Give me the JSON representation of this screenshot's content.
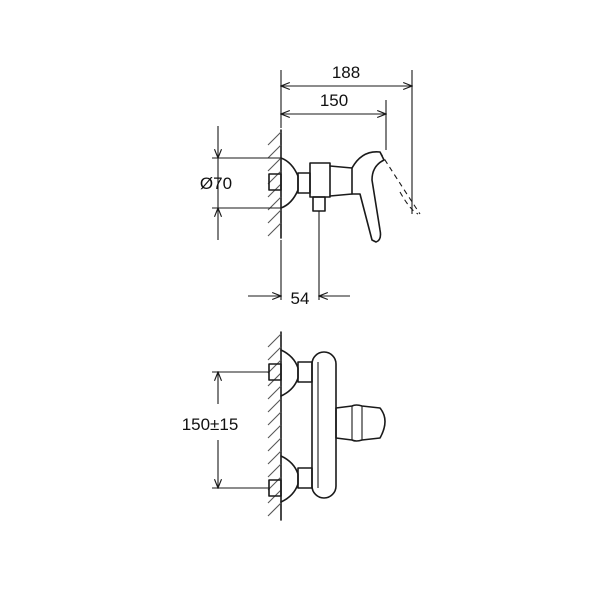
{
  "dimensions": {
    "overall_depth": "188",
    "lever_depth": "150",
    "diameter": "Ø70",
    "wall_to_outlet": "54",
    "center_distance": "150±15"
  }
}
